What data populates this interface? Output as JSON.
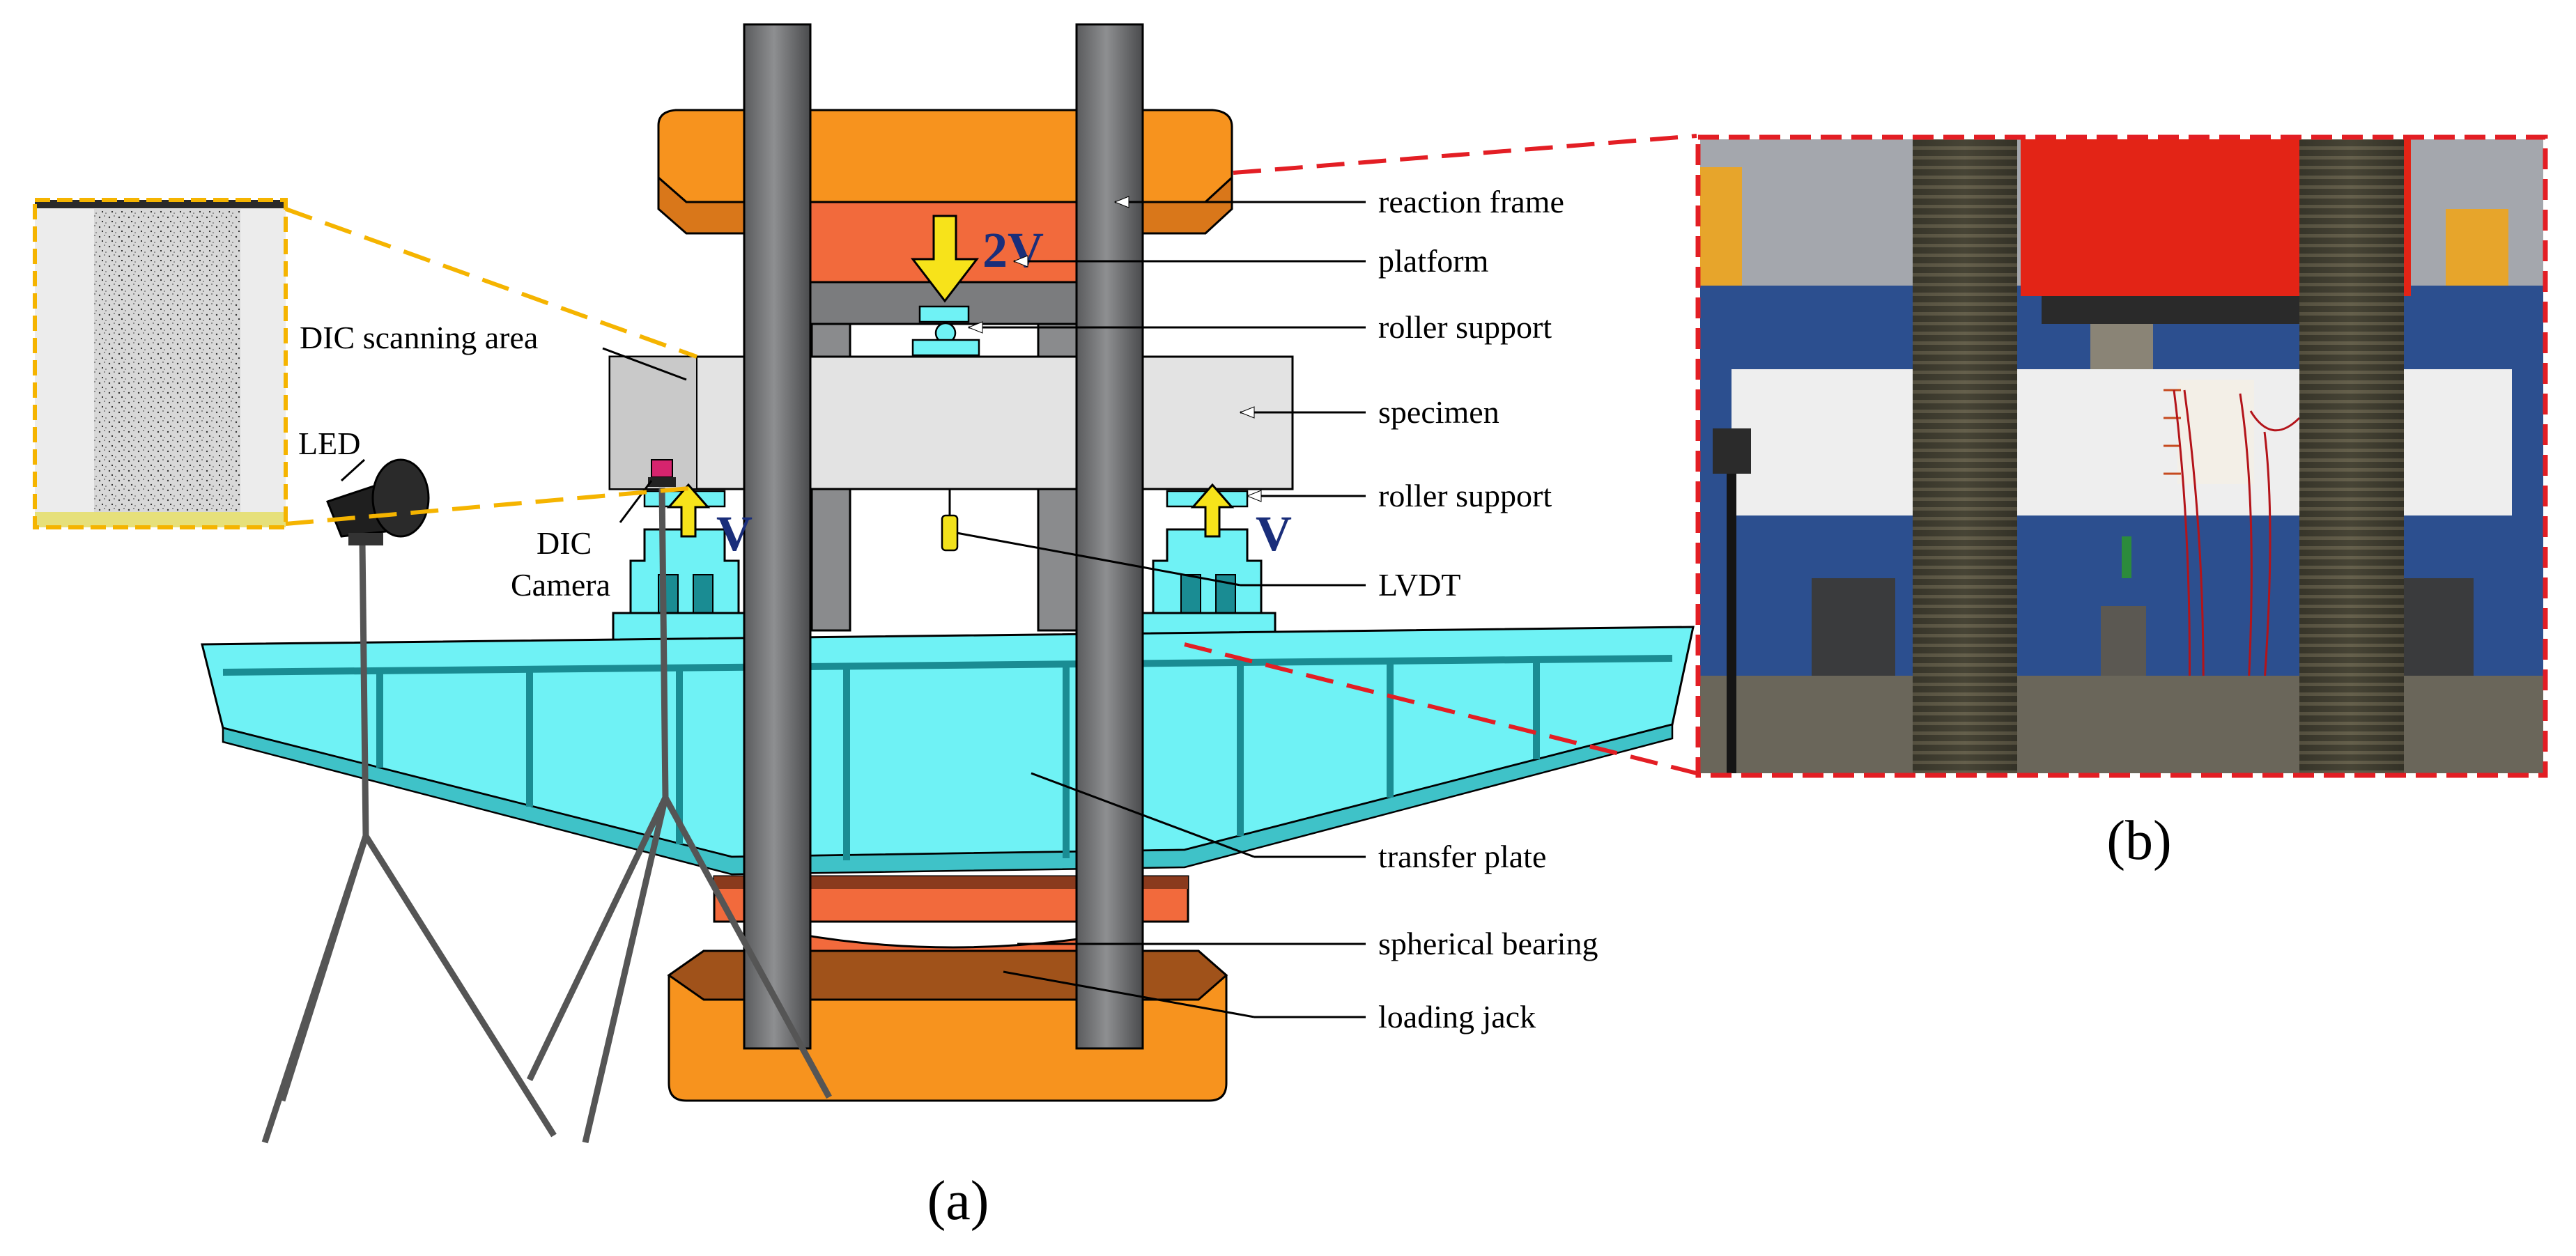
{
  "panels": {
    "a": {
      "caption": "(a)"
    },
    "b": {
      "caption": "(b)"
    }
  },
  "loads": {
    "top": "2V",
    "left_support": "V",
    "right_support": "V"
  },
  "callouts": {
    "reaction_frame": "reaction frame",
    "platform": "platform",
    "roller_support_top": "roller support",
    "specimen": "specimen",
    "roller_support_bottom": "roller support",
    "lvdt": "LVDT",
    "transfer_plate": "transfer plate",
    "spherical_bearing": "spherical bearing",
    "loading_jack": "loading jack",
    "dic_scanning_area": "DIC scanning area",
    "led": "LED",
    "dic_camera_line1": "DIC",
    "dic_camera_line2": "Camera"
  },
  "colors": {
    "frame_orange": "#f7931e",
    "frame_orange_dark": "#b45a14",
    "platform": "#f26a3c",
    "transfer_plate": "#6ff2f5",
    "transfer_plate_dark": "#1a8c93",
    "column_grey": "#6d6e70",
    "specimen": "#e6e6e6",
    "load_arrow": "#f7e31a",
    "load_label": "#1a2e7a",
    "zoom_box_yellow": "#f5b400",
    "zoom_box_red": "#e31e24"
  }
}
